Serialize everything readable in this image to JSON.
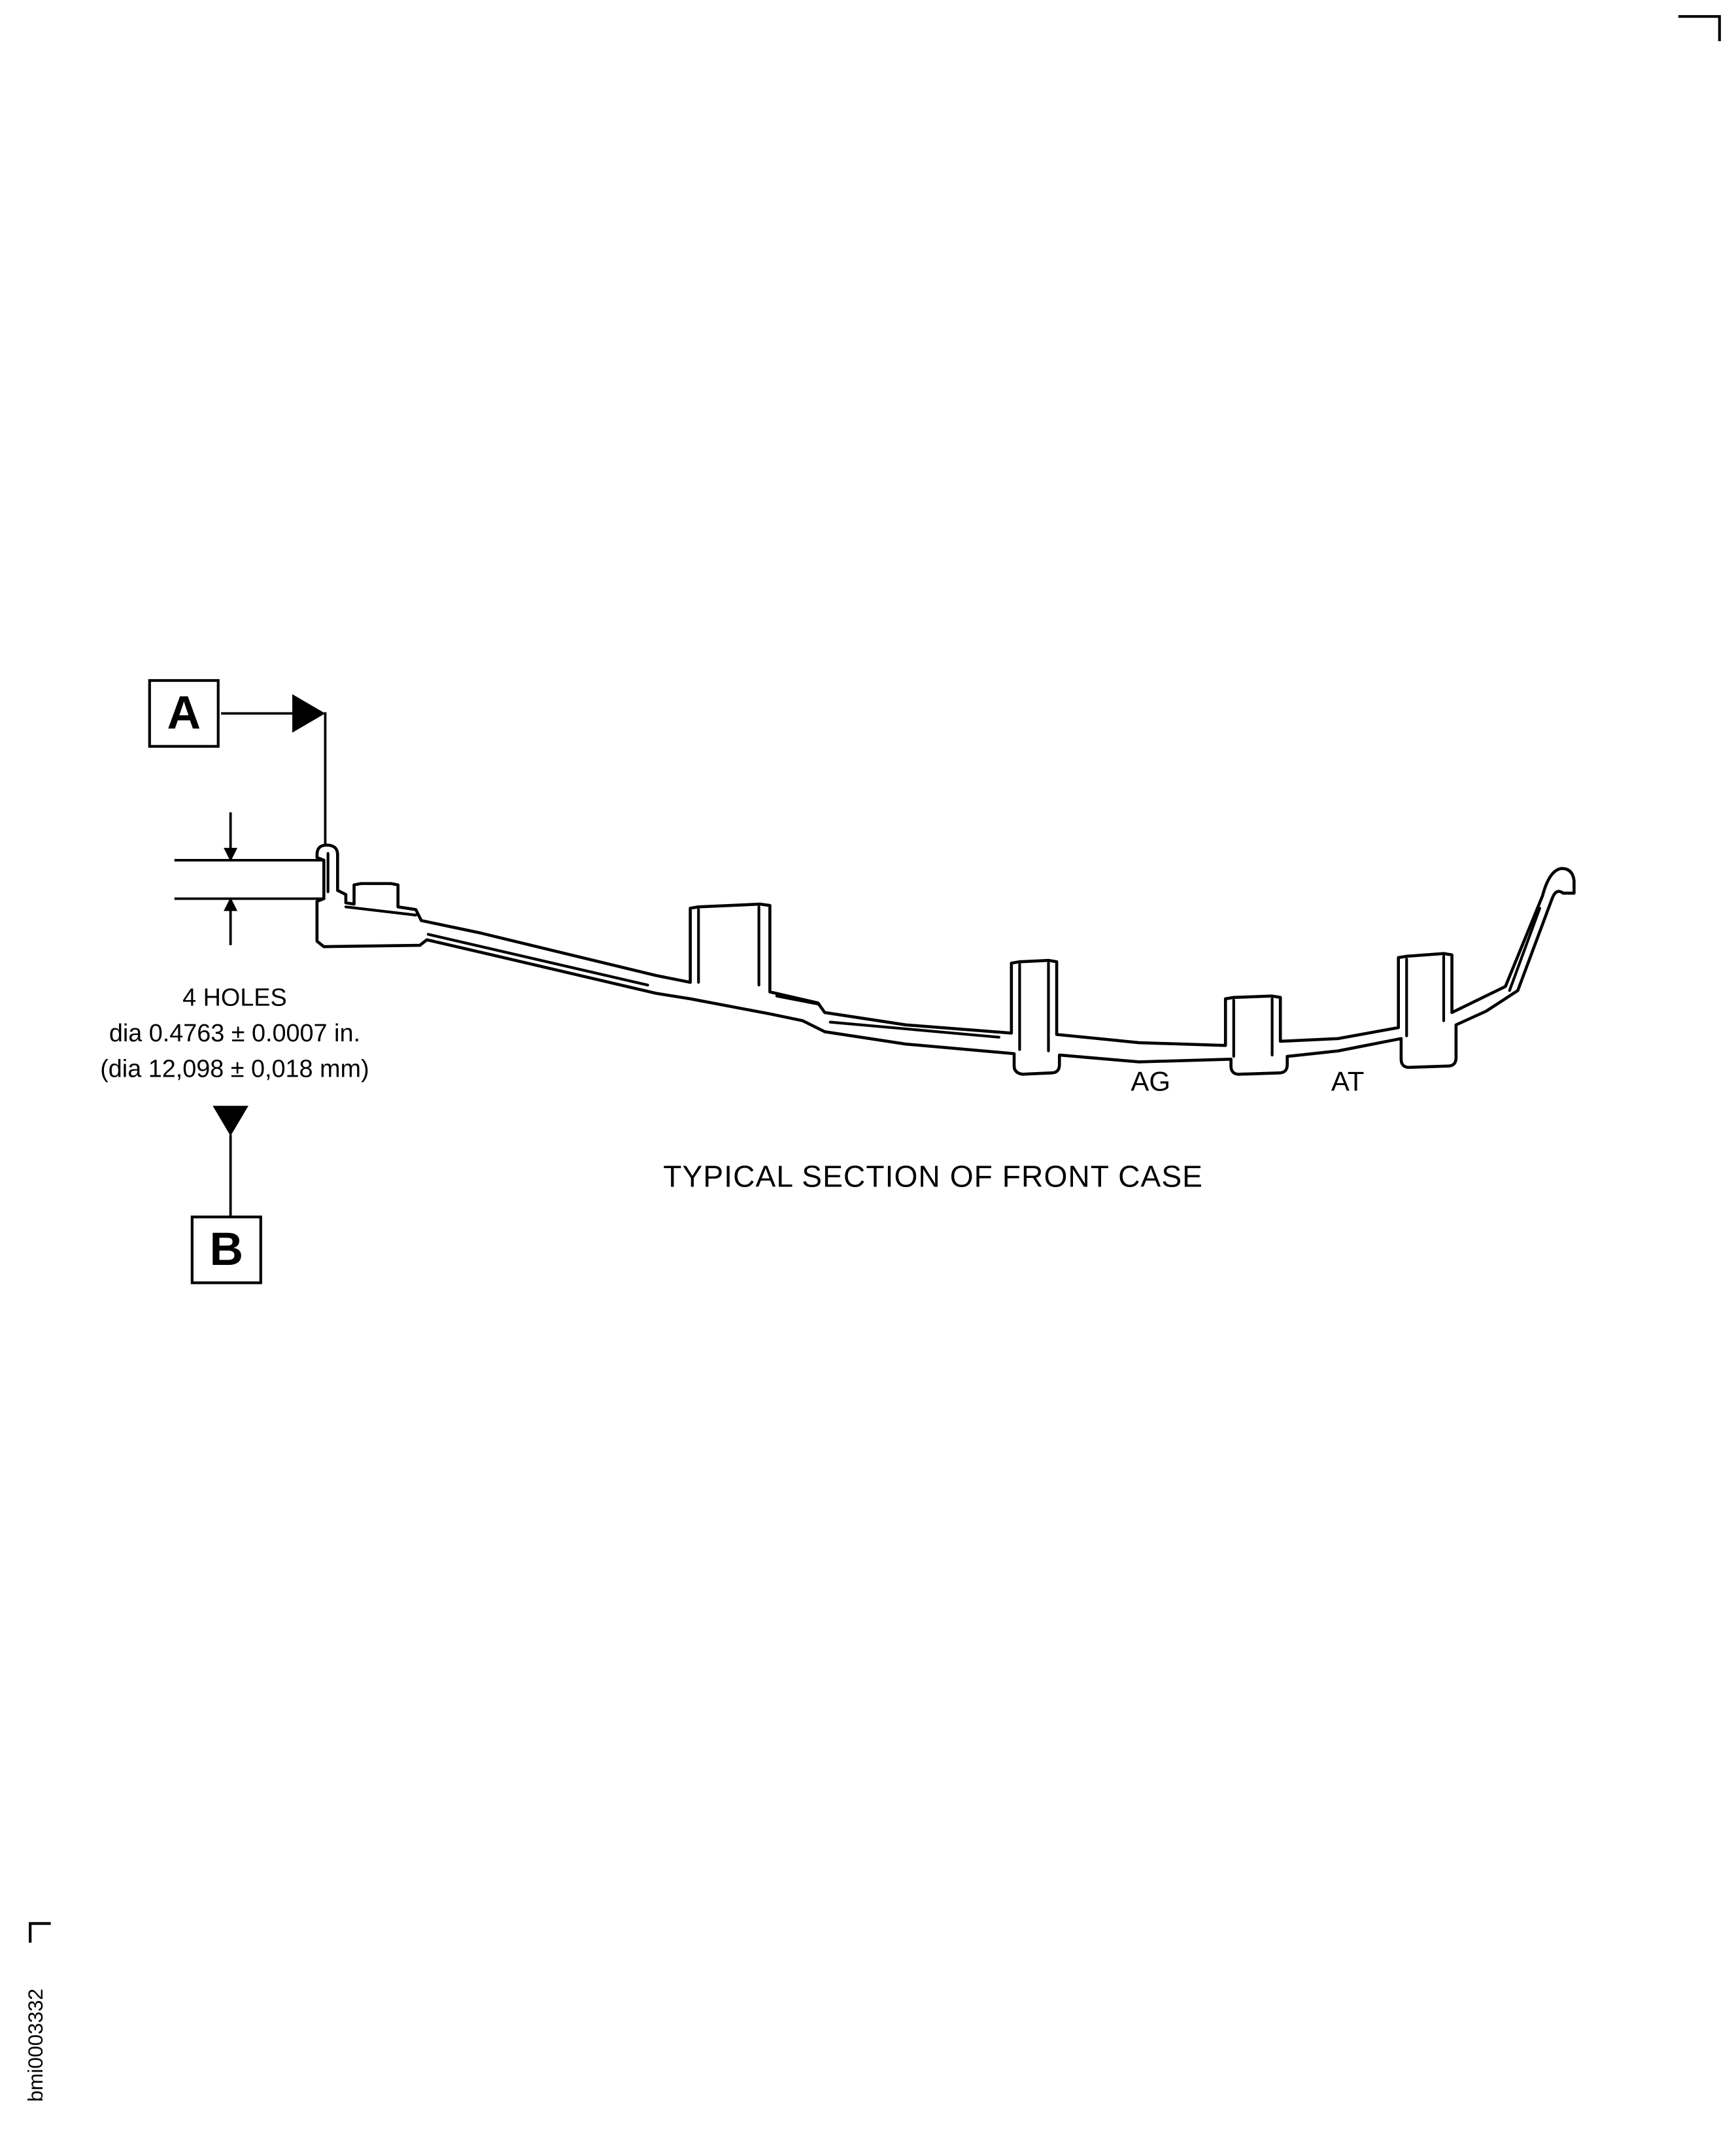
{
  "figure": {
    "id": "bmi0003332",
    "caption": "TYPICAL SECTION OF FRONT CASE"
  },
  "datum_a": {
    "label": "A"
  },
  "datum_b": {
    "label": "B"
  },
  "hole_callout": {
    "line1": "4 HOLES",
    "line2": "dia 0.4763 ± 0.0007 in.",
    "line3": "(dia 12,098 ± 0,018 mm)"
  },
  "part_labels": {
    "ag": "AG",
    "at": "AT"
  },
  "colors": {
    "ink": "#000000",
    "paper": "#ffffff"
  }
}
